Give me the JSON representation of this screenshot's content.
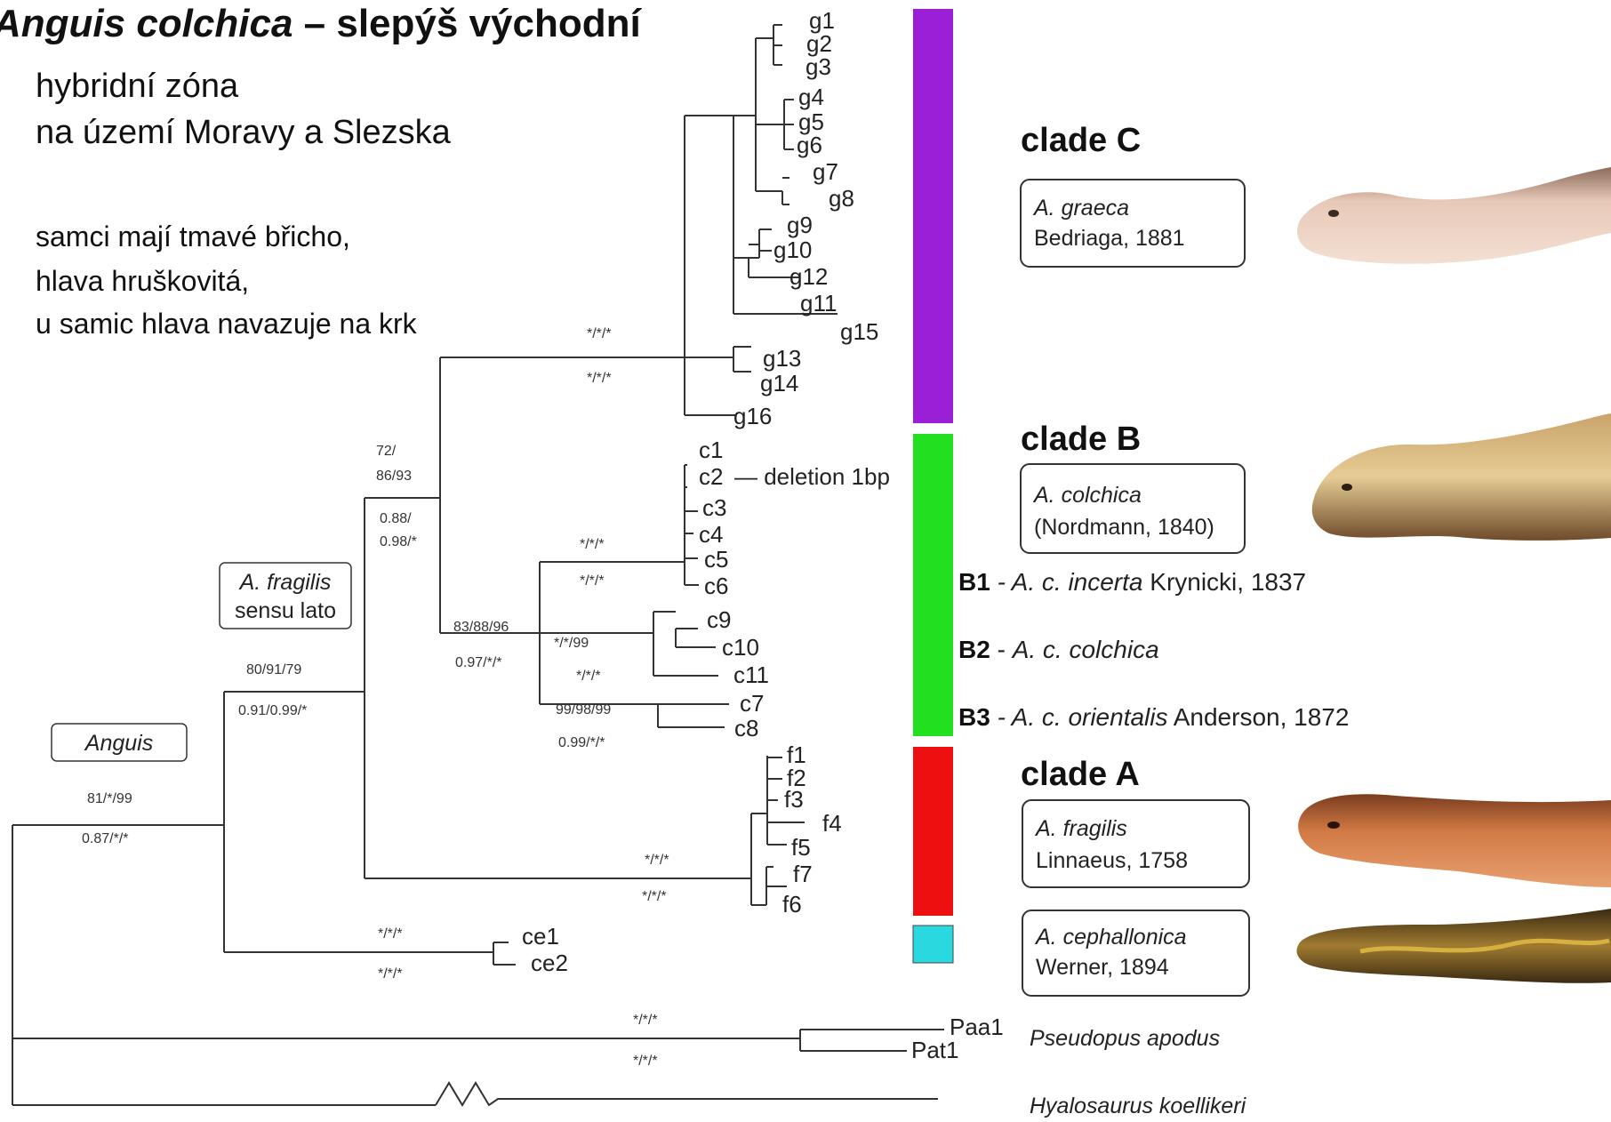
{
  "header": {
    "title_species": "Anguis colchica",
    "title_rest": " – slepýš východní",
    "line1": "hybridní zóna",
    "line2": "na území Moravy a Slezska",
    "note1": "samci mají tmavé břicho,",
    "note2": "hlava hruškovitá,",
    "note3": "u samic hlava navazuje na krk"
  },
  "tree": {
    "leaves": {
      "g1": "g1",
      "g2": "g2",
      "g3": "g3",
      "g4": "g4",
      "g5": "g5",
      "g6": "g6",
      "g7": "g7",
      "g8": "g8",
      "g9": "g9",
      "g10": "g10",
      "g12": "g12",
      "g11": "g11",
      "g15": "g15",
      "g13": "g13",
      "g14": "g14",
      "g16": "g16",
      "c1": "c1",
      "c2": "c2",
      "c3": "c3",
      "c4": "c4",
      "c5": "c5",
      "c6": "c6",
      "c9": "c9",
      "c10": "c10",
      "c11": "c11",
      "c7": "c7",
      "c8": "c8",
      "f1": "f1",
      "f2": "f2",
      "f3": "f3",
      "f4": "f4",
      "f5": "f5",
      "f7": "f7",
      "f6": "f6",
      "ce1": "ce1",
      "ce2": "ce2",
      "Paa1": "Paa1",
      "Pat1": "Pat1"
    },
    "deletion_note": "— deletion 1bp",
    "support": {
      "g_above": "*/*/*",
      "g_below": "*/*/*",
      "gc_above1": "72/",
      "gc_above2": "86/93",
      "gc_below1": "0.88/",
      "gc_below2": "0.98/*",
      "c16_above": "*/*/*",
      "c16_below": "*/*/*",
      "b_above": "83/88/96",
      "b_below": "0.97/*/*",
      "c911_above": "*/*/99",
      "c911_below": "*/*/*",
      "c78_above": "99/98/99",
      "c78_below": "0.99/*/*",
      "frag_above": "80/91/79",
      "frag_below": "0.91/0.99/*",
      "root_above": "81/*/99",
      "root_below": "0.87/*/*",
      "f_above": "*/*/*",
      "f_below": "*/*/*",
      "ce_above": "*/*/*",
      "ce_below": "*/*/*",
      "pa_above": "*/*/*",
      "pa_below": "*/*/*"
    },
    "boxes": {
      "anguis": "Anguis",
      "fragilis1": "A. fragilis",
      "fragilis2": "sensu lato"
    }
  },
  "clades": {
    "c_label": "clade C",
    "c_species": "A. graeca",
    "c_author": "Bedriaga, 1881",
    "b_label": "clade B",
    "b_species": "A. colchica",
    "b_author": "(Nordmann, 1840)",
    "b1_code": "B1",
    "b1_pre": " - A. c. ",
    "b1_name": "incerta",
    "b1_author": " Krynicki, 1837",
    "b2_code": "B2",
    "b2_pre": " - ",
    "b2_name": "A. c. colchica",
    "b3_code": "B3",
    "b3_pre": " - A. c. ",
    "b3_name": "orientalis",
    "b3_author": " Anderson, 1872",
    "a_label": "clade A",
    "a_species": "A. fragilis",
    "a_author": "Linnaeus, 1758",
    "ce_species": "A. cephallonica",
    "ce_author": "Werner, 1894",
    "pseudopus": "Pseudopus apodus",
    "hyalosaurus": "Hyalosaurus koellikeri"
  },
  "colors": {
    "clade_c": "#9a1fd6",
    "clade_b": "#22e01f",
    "clade_a": "#ee1010",
    "cephallonica": "#2ad8e0"
  },
  "photos": [
    "lizard-head-graeca",
    "lizard-head-colchica",
    "lizard-head-fragilis",
    "lizard-head-cephallonica"
  ]
}
